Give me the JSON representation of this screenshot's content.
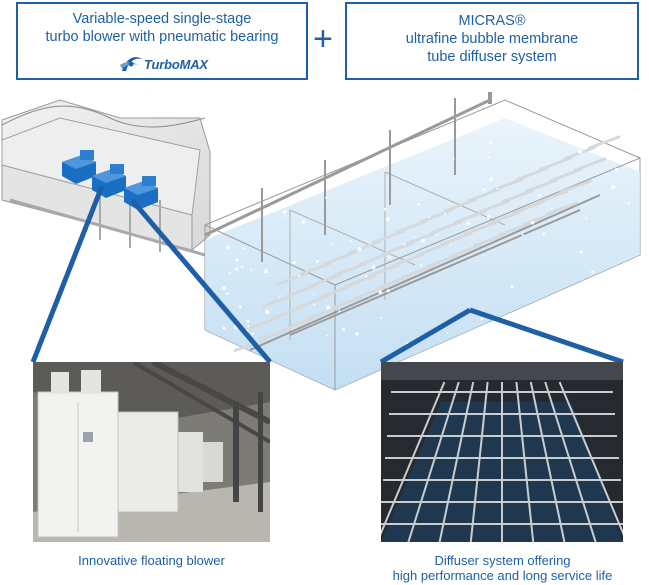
{
  "left_box": {
    "line1": "Variable-speed single-stage",
    "line2": "turbo blower with pneumatic bearing",
    "logo_text": "TurboMAX"
  },
  "plus_sign": "+",
  "right_box": {
    "line1": "MICRAS®",
    "line2": "ultrafine bubble membrane",
    "line3": "tube diffuser system"
  },
  "captions": {
    "blower": "Innovative floating blower",
    "diffuser_line1": "Diffuser system offering",
    "diffuser_line2": "high performance and long service life"
  },
  "colors": {
    "accent": "#1f5fa8",
    "water": "#cfe6f5",
    "blower_unit": "#1b6fc2"
  }
}
